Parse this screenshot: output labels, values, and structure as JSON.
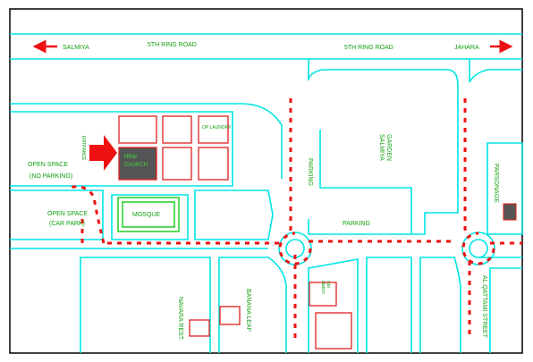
{
  "labels": {
    "salmiya_road": "SALMIYA",
    "ring_road_west": "5TH RING ROAD",
    "ring_road_east": "5TH RING ROAD",
    "jahara": "JAHARA",
    "entrance": "ENTRANCE",
    "laundry": "OP LAUNDRY",
    "new_church_line1": "NEW",
    "new_church_line2": "CHURCH",
    "open_space_1_line1": "OPEN SPACE",
    "open_space_1_line2": "(NO PARKING)",
    "open_space_2_line1": "OPEN SPACE",
    "open_space_2_line2": "(CAR PARK)",
    "mosque": "MOSQUE",
    "parking_vertical": "PARKING",
    "salmiya_garden_line1": "SALMIYA",
    "salmiya_garden_line2": "GARDEN",
    "parking_horizontal": "PARKING",
    "parsonage": "PARSONAGE",
    "sub_station_line1": "sub",
    "sub_station_line2": "station",
    "navara_rest": "NAVARA REST.",
    "banana_leaf": "BANANA LEAF",
    "al_qattami_street": "AL QATTAMI STREET"
  },
  "colors": {
    "road": "#00e5e5",
    "building": "#e02020",
    "route": "#ee1111",
    "text": "#12a012",
    "church_fill": "#555555",
    "frame": "#000000"
  }
}
